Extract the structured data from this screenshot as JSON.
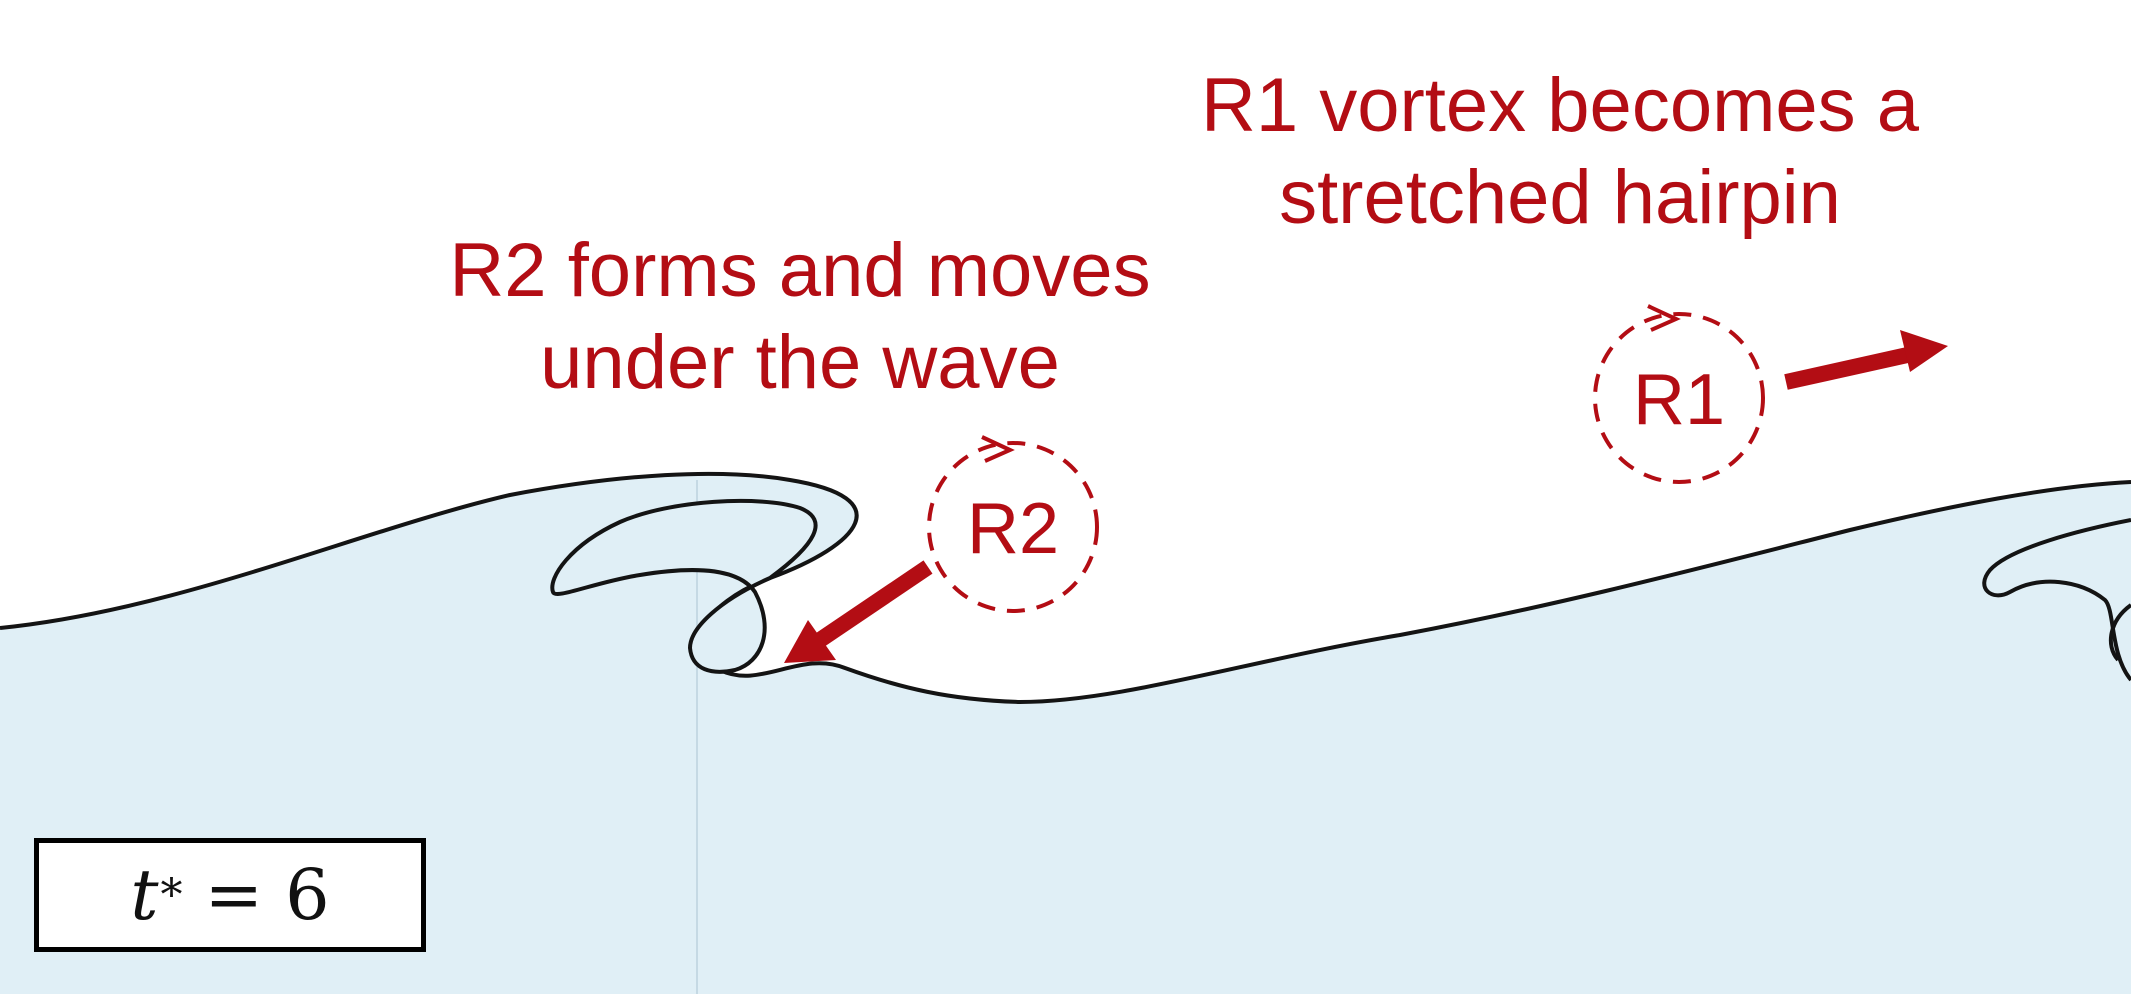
{
  "annotations": {
    "r1_caption": [
      "R1 vortex becomes a",
      "stretched hairpin"
    ],
    "r2_caption": [
      "R2 forms and moves",
      "under the wave"
    ]
  },
  "vortices": {
    "r1_label": "R1",
    "r2_label": "R2"
  },
  "time_box": {
    "symbol": "t",
    "superscript": "*",
    "equals": "=",
    "value": "6"
  },
  "colors": {
    "annotation": "#b30d14",
    "water": "#e0eff6",
    "interface": "#141414"
  }
}
